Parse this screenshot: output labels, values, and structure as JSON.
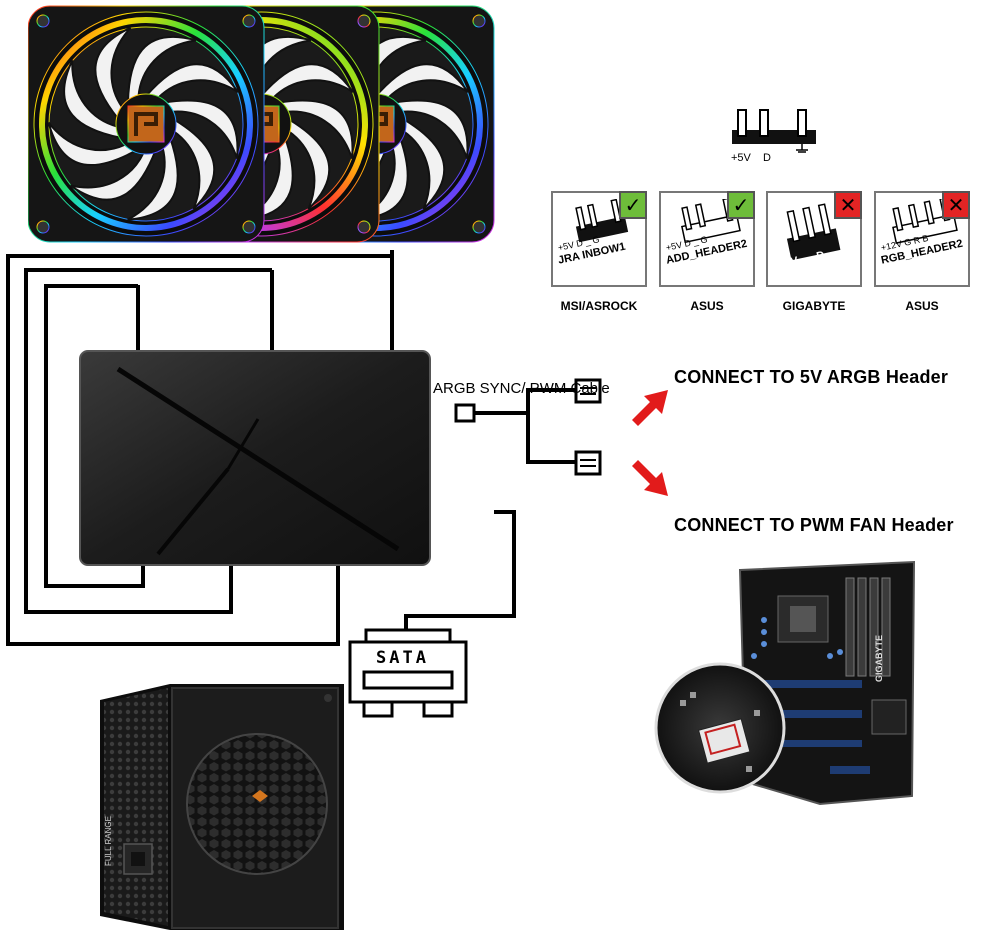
{
  "cable_label": "ARGB SYNC/ PWM Cable",
  "connect_argb": "CONNECT TO 5V ARGB Header",
  "connect_pwm": "CONNECT TO PWM FAN Header",
  "sata_label": "SATA",
  "header_pins": {
    "v5": "+5V",
    "d": "D"
  },
  "cards": [
    {
      "brand": "MSI/ASROCK",
      "status": "ok",
      "pins": "+5V  D  _  G",
      "silk": "JRA INBOW1"
    },
    {
      "brand": "ASUS",
      "status": "ok",
      "pins": "+5V  D  _  G",
      "silk": "ADD_HEADER2"
    },
    {
      "brand": "GIGABYTE",
      "status": "bad",
      "pins": "",
      "silk": "V D G"
    },
    {
      "brand": "ASUS",
      "status": "bad",
      "pins": "+12V  G  R  B",
      "silk": "RGB_HEADER2"
    }
  ],
  "psu_text": "FULL RANGE",
  "board_text": "GIGABYTE",
  "colors": {
    "arrow": "#e21b1b",
    "ok": "#6ebd3a",
    "bad": "#e32424"
  }
}
